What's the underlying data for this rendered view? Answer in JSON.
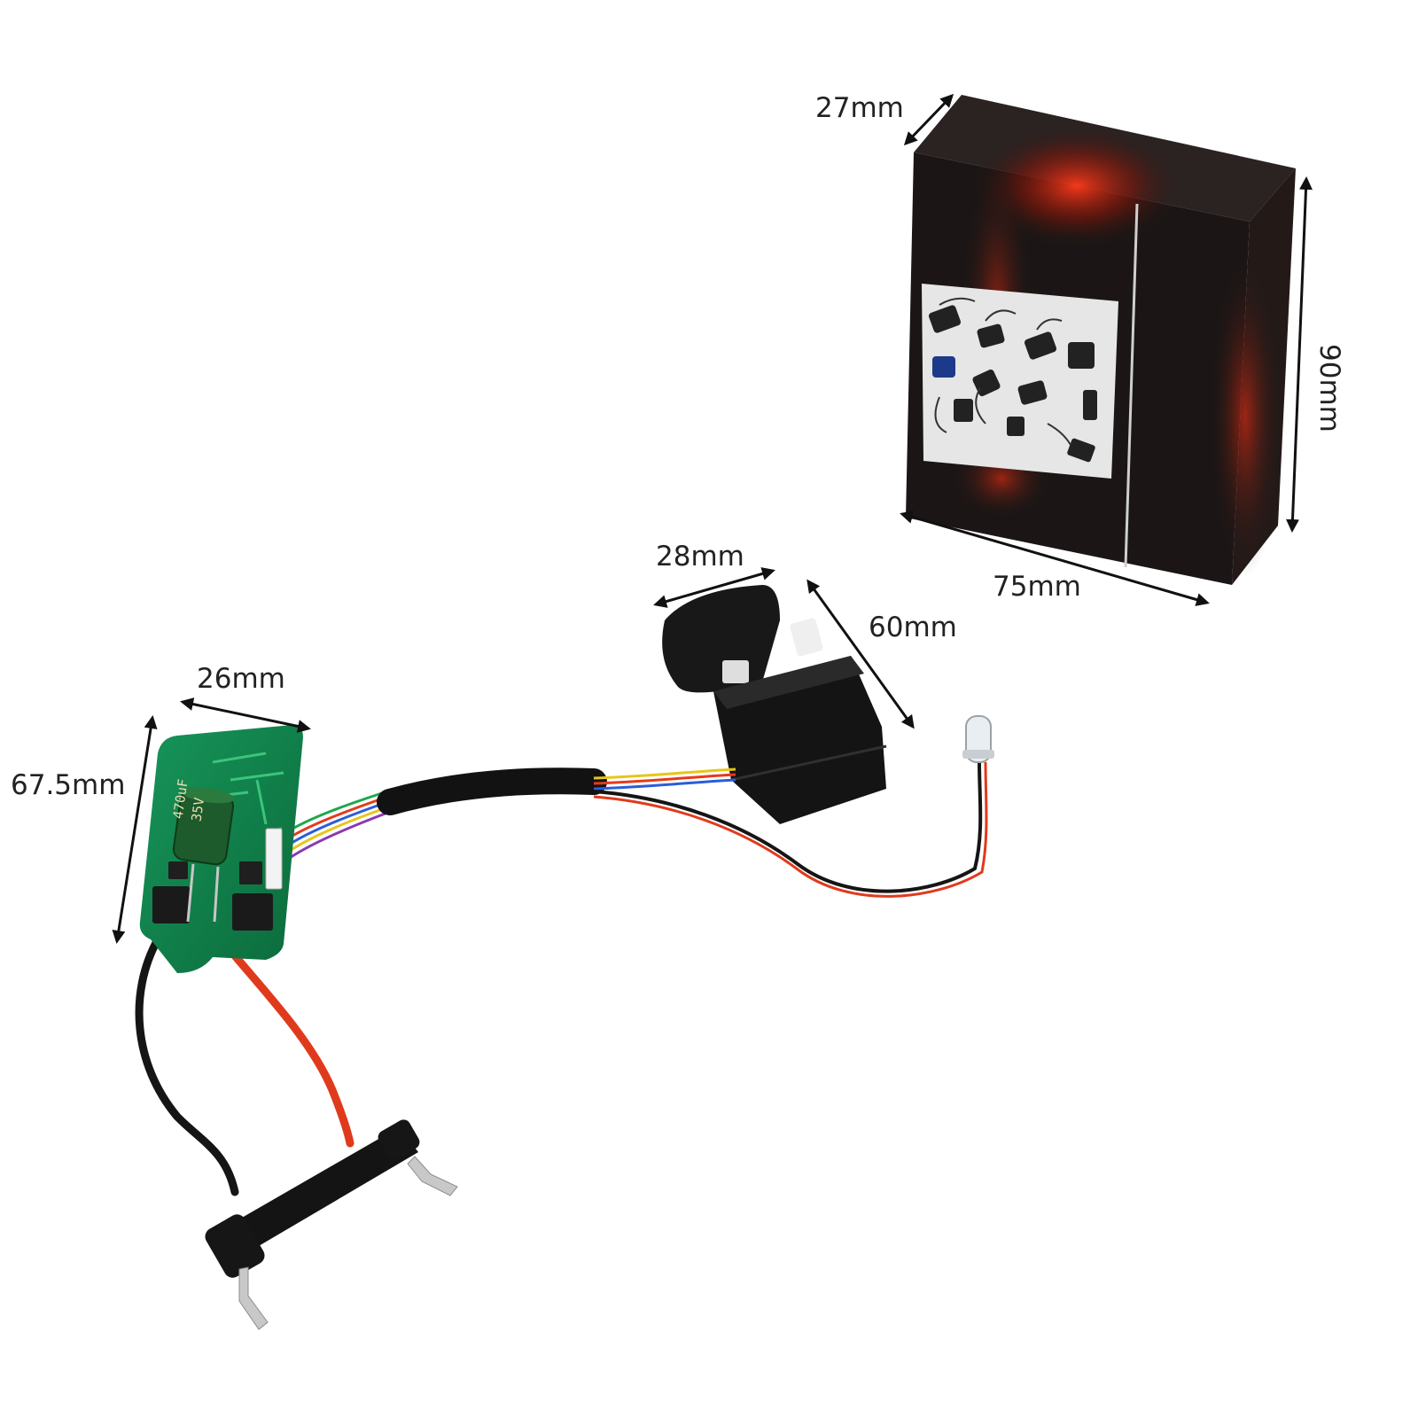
{
  "colors": {
    "background": "#ffffff",
    "pcb": "#0f7a45",
    "box": "#1b1615",
    "box_glow": "#c2200f",
    "switch": "#161616",
    "wire_red": "#e03a1c",
    "wire_black": "#151515"
  },
  "dimensions": {
    "box_depth": "27mm",
    "box_height": "90mm",
    "box_width": "75mm",
    "switch_width": "28mm",
    "switch_length": "60mm",
    "board_width": "26mm",
    "board_length": "67.5mm"
  },
  "capacitor": {
    "rating_line1": "470uF",
    "rating_line2": "35V"
  },
  "icons": {
    "box": "packaging-box-icon",
    "switch": "trigger-switch-icon",
    "board": "circuit-board-icon",
    "led": "led-bulb-icon",
    "contacts": "battery-contact-icon"
  }
}
